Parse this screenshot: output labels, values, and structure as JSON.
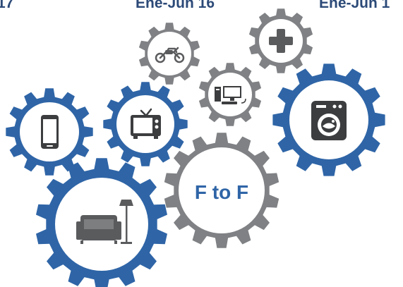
{
  "header": {
    "labels": [
      "17",
      "Ene-Jun 16",
      "Ene-Jun 1"
    ]
  },
  "center_gear": {
    "label": "F to F"
  },
  "colors": {
    "blue": "#2f65a7",
    "gray": "#7f8184",
    "icon_dark": "#5a5b5d",
    "header_text": "#2c4a78"
  },
  "gears": [
    {
      "name": "motorcycle-gear",
      "color": "gray",
      "icon": "motorcycle-icon"
    },
    {
      "name": "plus-gear",
      "color": "gray",
      "icon": "plus-icon"
    },
    {
      "name": "computer-gear",
      "color": "gray",
      "icon": "computer-icon"
    },
    {
      "name": "washing-machine-gear",
      "color": "blue",
      "icon": "washing-machine-icon"
    },
    {
      "name": "smartphone-gear",
      "color": "blue",
      "icon": "smartphone-icon"
    },
    {
      "name": "television-gear",
      "color": "blue",
      "icon": "television-icon"
    },
    {
      "name": "center-gear",
      "color": "gray",
      "icon": ""
    },
    {
      "name": "furniture-gear",
      "color": "blue",
      "icon": "armchair-lamp-icon"
    }
  ]
}
